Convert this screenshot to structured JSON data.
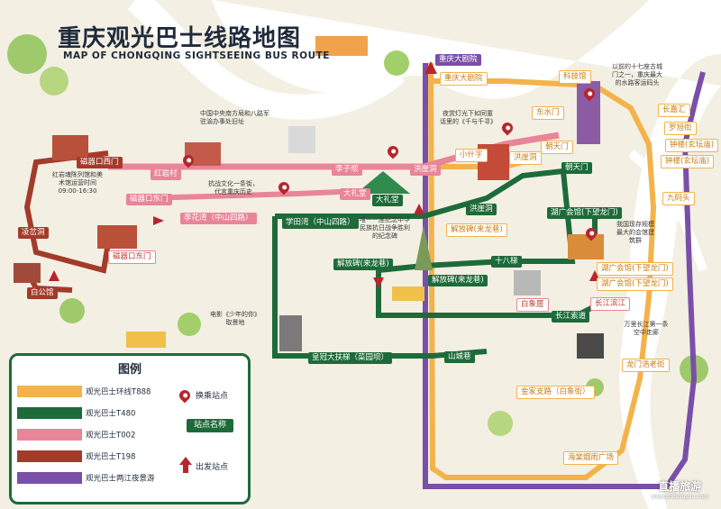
{
  "map": {
    "title": "重庆观光巴士线路地图",
    "subtitle": "MAP OF CHONGQING SIGHTSEEING BUS ROUTE"
  },
  "colors": {
    "T888": "#f3b34a",
    "T480": "#1d6b3a",
    "T002": "#e98598",
    "T198": "#a33b2a",
    "night": "#7a4fa8",
    "river": "#ffffff",
    "land": "#f3efe3"
  },
  "stations": {
    "cqdjy_top": "重庆大剧院",
    "cqdjy": "重庆大剧院",
    "kjg": "科技馆",
    "dongshuimen": "东水门",
    "chaotianmen_top": "朝天门",
    "chaotianmen": "朝天门",
    "xiaoshizi": "小什字",
    "hongyadong_o": "洪崖洞",
    "hongyadong_g": "洪崖洞",
    "hongyadong_p": "洪崖洞",
    "lizibai": "李子坝",
    "dalitang_p": "大礼堂",
    "dalitang_g": "大礼堂",
    "hongyancun": "红岩村",
    "ciqikou_west": "磁器口西门",
    "ciqikou_east_p": "磁器口东门",
    "ciqikou_east_r": "磁器口东门",
    "lihuawan": "李花湾（中山四路）",
    "xuetianwan": "学田湾（中山四路）",
    "shapingba": "凌岔洞",
    "baigongguan": "白公馆",
    "jiefangbei_g1": "解放碑(来龙巷)",
    "jiefangbei_g2": "解放碑(来龙巷)",
    "jiefangbei_o": "解放碑(来龙巷)",
    "shibati": "十八梯",
    "huguang_g": "湖广会馆(下望龙门)",
    "huguang_o1": "湖广会馆(下望龙门)",
    "huguang_o2": "湖广会馆(下望龙门)",
    "baixiangju": "白象居",
    "changjiang_suodao": "长江索道",
    "changjiang_binjiang": "长江滨江",
    "huangguan": "皇冠大扶梯（菜园坝）",
    "shanchengxiang": "山城巷",
    "longmenhao": "龙门浩老街",
    "jinjia": "金家支路（白象街）",
    "haitang": "海棠烟雨广场",
    "changjiahui": "长嘉汇",
    "luojiagou": "罗旭街",
    "zhongbiao": "钟楼(玄坛庙)",
    "zhongbiao2": "钟楼(玄坛庙)",
    "jiulongpo": "九码头"
  },
  "notes": {
    "hongyan": "中国中央南方局和八路军驻渝办事处旧址",
    "kangzhan": "抗战文化一条街，代言重庆历史",
    "hongyan_ticket": "红岩魂陈列馆和美术馆运营时间 09:00-16:30",
    "yejing": "夜赏灯光下如同童话里的《千与千寻》",
    "jinian": "唯一一座纪念中华民族抗日战争胜利的纪念碑",
    "dianying": "电影《少年的你》取景地",
    "huguang_note": "我国现存规模最大的会馆建筑群",
    "chaotianmen_note": "以前的十七座古城门之一，重庆最大的水路客运码头",
    "suodao_note": "万里长江第一条空中走廊",
    "time": "09:00-16:30"
  },
  "legend": {
    "title": "图例",
    "items": [
      {
        "label": "观光巴士环线T888",
        "color": "#f3b34a"
      },
      {
        "label": "观光巴士T480",
        "color": "#1d6b3a"
      },
      {
        "label": "观光巴士T002",
        "color": "#e98598"
      },
      {
        "label": "观光巴士T198",
        "color": "#a33b2a"
      },
      {
        "label": "观光巴士两江夜景游",
        "color": "#7a4fa8"
      }
    ],
    "transfer": "换乘站点",
    "station_name": "站点名称",
    "departure": "出发站点"
  },
  "watermark": {
    "line1": "直播旅游",
    "line2": "www.zhiboluyou.com"
  }
}
